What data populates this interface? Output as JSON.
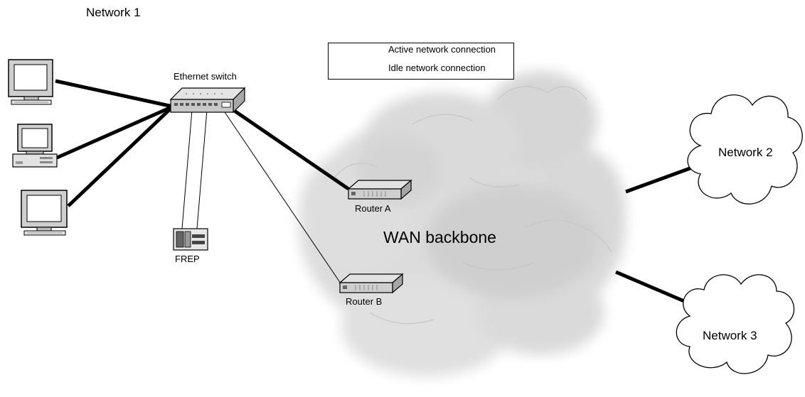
{
  "title": "Network 1",
  "legend": {
    "active_label": "Active network connection",
    "idle_label": "Idle network connection"
  },
  "nodes": {
    "switch": "Ethernet switch",
    "frep": "FREP",
    "router_a": "Router A",
    "router_b": "Router B",
    "wan": "WAN backbone",
    "network2": "Network 2",
    "network3": "Network 3"
  },
  "colors": {
    "active_line": "#000000",
    "idle_line": "#000000",
    "wan_cloud": "#dedede",
    "device": "#cfcfcf"
  },
  "icons": [
    "desktop-monitor-icon",
    "desktop-pc-icon",
    "ethernet-switch-icon",
    "frep-device-icon",
    "router-icon",
    "cloud-icon"
  ]
}
